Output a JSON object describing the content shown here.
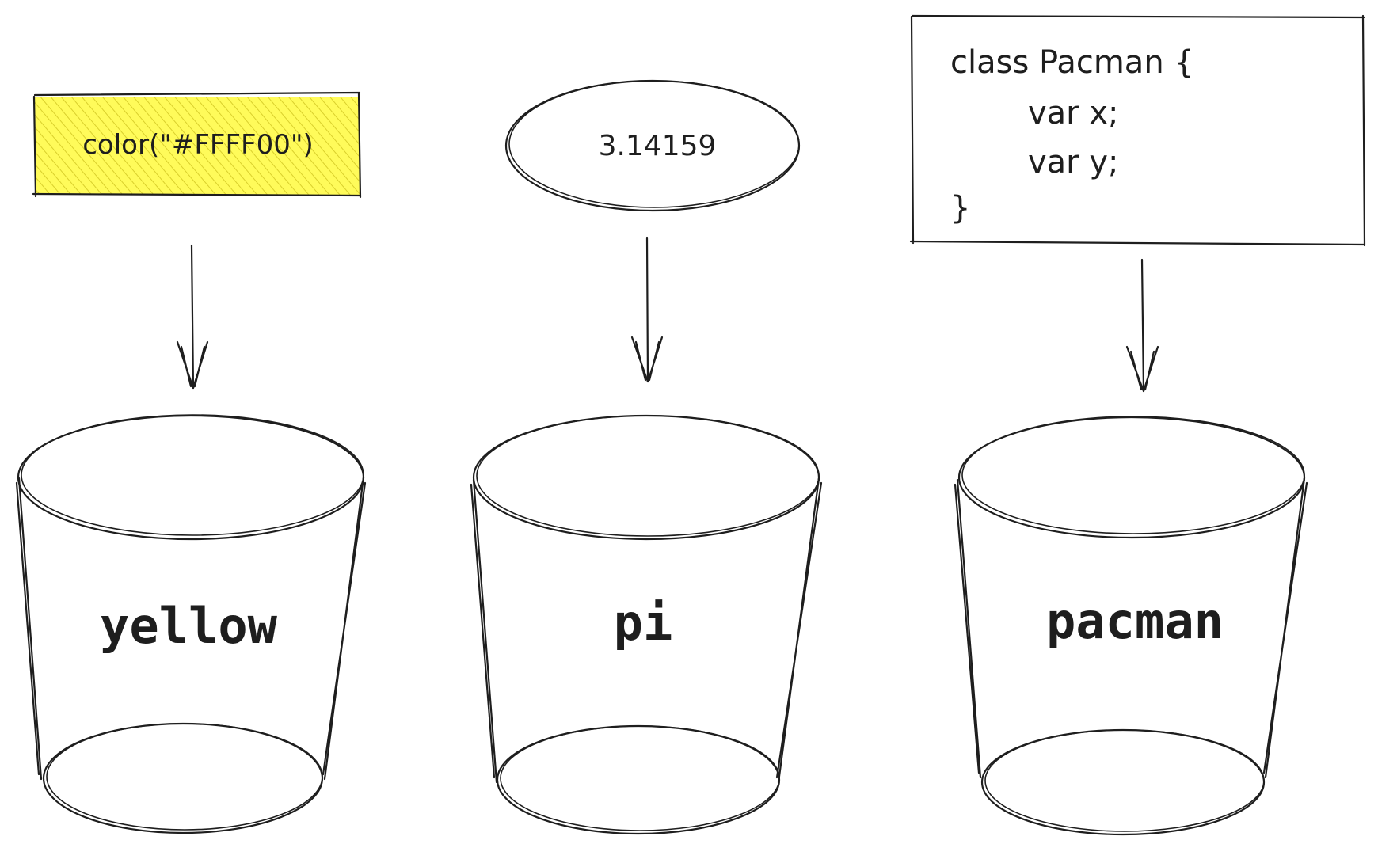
{
  "diagram": {
    "colors": {
      "stroke": "#1e1e1e",
      "highlight": "#ffff00",
      "background": "#ffffff"
    },
    "sources": {
      "color_value": "color(\"#FFFF00\")",
      "pi_value": "3.14159",
      "class_lines": [
        "class Pacman {",
        "var x;",
        "var y;",
        "}"
      ]
    },
    "buckets": {
      "yellow": "yellow",
      "pi": "pi",
      "pacman": "pacman"
    }
  }
}
